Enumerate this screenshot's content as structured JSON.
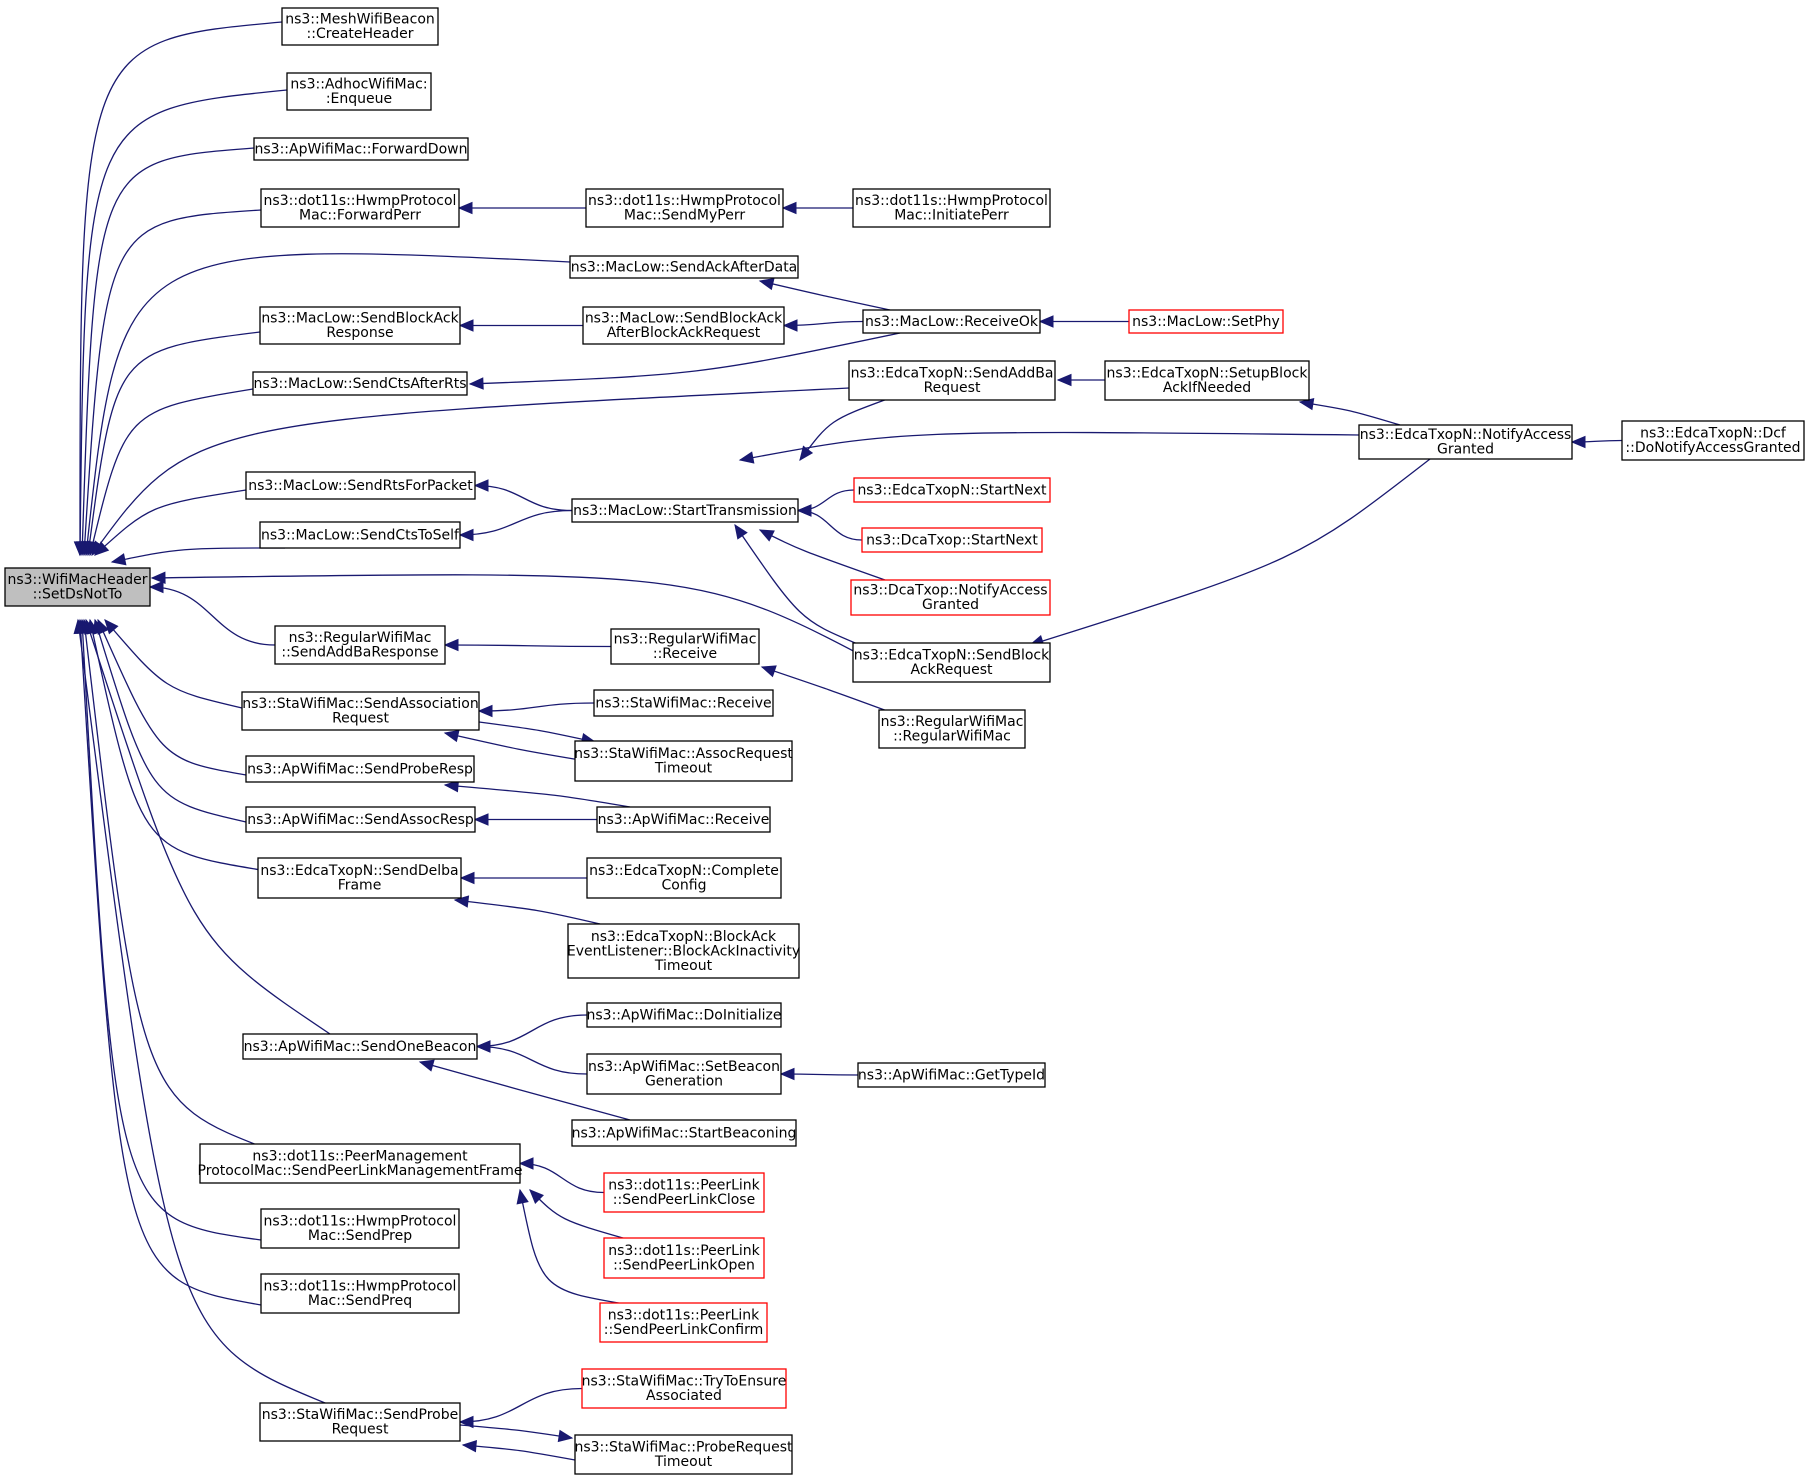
{
  "colors": {
    "edge": "#191970",
    "root_fill": "#bfbfbf",
    "truncated_border": "#ff0000",
    "node_border": "#000000"
  },
  "nodes": [
    {
      "id": "root",
      "lines": [
        "ns3::WifiMacHeader",
        "::SetDsNotTo"
      ],
      "root": true
    },
    {
      "id": "mwb",
      "lines": [
        "ns3::MeshWifiBeacon",
        "::CreateHeader"
      ]
    },
    {
      "id": "adhoc",
      "lines": [
        "ns3::AdhocWifiMac:",
        ":Enqueue"
      ]
    },
    {
      "id": "apfwd",
      "lines": [
        "ns3::ApWifiMac::ForwardDown"
      ]
    },
    {
      "id": "hwfp",
      "lines": [
        "ns3::dot11s::HwmpProtocol",
        "Mac::ForwardPerr"
      ]
    },
    {
      "id": "hwsmp",
      "lines": [
        "ns3::dot11s::HwmpProtocol",
        "Mac::SendMyPerr"
      ]
    },
    {
      "id": "hwip",
      "lines": [
        "ns3::dot11s::HwmpProtocol",
        "Mac::InitiatePerr"
      ]
    },
    {
      "id": "saad",
      "lines": [
        "ns3::MacLow::SendAckAfterData"
      ]
    },
    {
      "id": "sbar",
      "lines": [
        "ns3::MacLow::SendBlockAck",
        "Response"
      ]
    },
    {
      "id": "sbaabr",
      "lines": [
        "ns3::MacLow::SendBlockAck",
        "AfterBlockAckRequest"
      ]
    },
    {
      "id": "rok",
      "lines": [
        "ns3::MacLow::ReceiveOk"
      ]
    },
    {
      "id": "setphy",
      "lines": [
        "ns3::MacLow::SetPhy"
      ],
      "truncated": true
    },
    {
      "id": "scar",
      "lines": [
        "ns3::MacLow::SendCtsAfterRts"
      ]
    },
    {
      "id": "eaddba",
      "lines": [
        "ns3::EdcaTxopN::SendAddBa",
        "Request"
      ]
    },
    {
      "id": "esetup",
      "lines": [
        "ns3::EdcaTxopN::SetupBlock",
        "AckIfNeeded"
      ]
    },
    {
      "id": "enotify",
      "lines": [
        "ns3::EdcaTxopN::NotifyAccess",
        "Granted"
      ]
    },
    {
      "id": "edcf",
      "lines": [
        "ns3::EdcaTxopN::Dcf",
        "::DoNotifyAccessGranted"
      ]
    },
    {
      "id": "srfp",
      "lines": [
        "ns3::MacLow::SendRtsForPacket"
      ]
    },
    {
      "id": "stx",
      "lines": [
        "ns3::MacLow::StartTransmission"
      ]
    },
    {
      "id": "estartnext",
      "lines": [
        "ns3::EdcaTxopN::StartNext"
      ],
      "truncated": true
    },
    {
      "id": "dstartnext",
      "lines": [
        "ns3::DcaTxop::StartNext"
      ],
      "truncated": true
    },
    {
      "id": "dnotify",
      "lines": [
        "ns3::DcaTxop::NotifyAccess",
        "Granted"
      ],
      "truncated": true
    },
    {
      "id": "scts",
      "lines": [
        "ns3::MacLow::SendCtsToSelf"
      ]
    },
    {
      "id": "esbar",
      "lines": [
        "ns3::EdcaTxopN::SendBlock",
        "AckRequest"
      ]
    },
    {
      "id": "rsadd",
      "lines": [
        "ns3::RegularWifiMac",
        "::SendAddBaResponse"
      ]
    },
    {
      "id": "rrecv",
      "lines": [
        "ns3::RegularWifiMac",
        "::Receive"
      ]
    },
    {
      "id": "rctor",
      "lines": [
        "ns3::RegularWifiMac",
        "::RegularWifiMac"
      ]
    },
    {
      "id": "ssar",
      "lines": [
        "ns3::StaWifiMac::SendAssociation",
        "Request"
      ]
    },
    {
      "id": "srecv",
      "lines": [
        "ns3::StaWifiMac::Receive"
      ]
    },
    {
      "id": "sart",
      "lines": [
        "ns3::StaWifiMac::AssocRequest",
        "Timeout"
      ]
    },
    {
      "id": "aspr",
      "lines": [
        "ns3::ApWifiMac::SendProbeResp"
      ]
    },
    {
      "id": "asar",
      "lines": [
        "ns3::ApWifiMac::SendAssocResp"
      ]
    },
    {
      "id": "arecv",
      "lines": [
        "ns3::ApWifiMac::Receive"
      ]
    },
    {
      "id": "esdf",
      "lines": [
        "ns3::EdcaTxopN::SendDelba",
        "Frame"
      ]
    },
    {
      "id": "ecc",
      "lines": [
        "ns3::EdcaTxopN::Complete",
        "Config"
      ]
    },
    {
      "id": "ebael",
      "lines": [
        "ns3::EdcaTxopN::BlockAck",
        "EventListener::BlockAckInactivity",
        "Timeout"
      ]
    },
    {
      "id": "asob",
      "lines": [
        "ns3::ApWifiMac::SendOneBeacon"
      ]
    },
    {
      "id": "adoi",
      "lines": [
        "ns3::ApWifiMac::DoInitialize"
      ]
    },
    {
      "id": "asbg",
      "lines": [
        "ns3::ApWifiMac::SetBeacon",
        "Generation"
      ]
    },
    {
      "id": "agti",
      "lines": [
        "ns3::ApWifiMac::GetTypeId"
      ]
    },
    {
      "id": "asb",
      "lines": [
        "ns3::ApWifiMac::StartBeaconing"
      ]
    },
    {
      "id": "pmp",
      "lines": [
        "ns3::dot11s::PeerManagement",
        "ProtocolMac::SendPeerLinkManagementFrame"
      ]
    },
    {
      "id": "plclose",
      "lines": [
        "ns3::dot11s::PeerLink",
        "::SendPeerLinkClose"
      ],
      "truncated": true
    },
    {
      "id": "plopen",
      "lines": [
        "ns3::dot11s::PeerLink",
        "::SendPeerLinkOpen"
      ],
      "truncated": true
    },
    {
      "id": "plconf",
      "lines": [
        "ns3::dot11s::PeerLink",
        "::SendPeerLinkConfirm"
      ],
      "truncated": true
    },
    {
      "id": "hwprep",
      "lines": [
        "ns3::dot11s::HwmpProtocol",
        "Mac::SendPrep"
      ]
    },
    {
      "id": "hwpreq",
      "lines": [
        "ns3::dot11s::HwmpProtocol",
        "Mac::SendPreq"
      ]
    },
    {
      "id": "sspr",
      "lines": [
        "ns3::StaWifiMac::SendProbe",
        "Request"
      ]
    },
    {
      "id": "stte",
      "lines": [
        "ns3::StaWifiMac::TryToEnsure",
        "Associated"
      ],
      "truncated": true
    },
    {
      "id": "sprt",
      "lines": [
        "ns3::StaWifiMac::ProbeRequest",
        "Timeout"
      ]
    }
  ],
  "edges": [
    [
      "mwb",
      "root"
    ],
    [
      "adhoc",
      "root"
    ],
    [
      "apfwd",
      "root"
    ],
    [
      "hwfp",
      "root"
    ],
    [
      "saad",
      "root"
    ],
    [
      "sbar",
      "root"
    ],
    [
      "scar",
      "root"
    ],
    [
      "eaddba",
      "root"
    ],
    [
      "srfp",
      "root"
    ],
    [
      "scts",
      "root"
    ],
    [
      "esbar",
      "root"
    ],
    [
      "rsadd",
      "root"
    ],
    [
      "ssar",
      "root"
    ],
    [
      "aspr",
      "root"
    ],
    [
      "asar",
      "root"
    ],
    [
      "esdf",
      "root"
    ],
    [
      "asob",
      "root"
    ],
    [
      "pmp",
      "root"
    ],
    [
      "hwprep",
      "root"
    ],
    [
      "hwpreq",
      "root"
    ],
    [
      "sspr",
      "root"
    ],
    [
      "hwsmp",
      "hwfp"
    ],
    [
      "hwip",
      "hwsmp"
    ],
    [
      "rok",
      "saad"
    ],
    [
      "sbaabr",
      "sbar"
    ],
    [
      "rok",
      "sbaabr"
    ],
    [
      "setphy",
      "rok"
    ],
    [
      "rok",
      "scar"
    ],
    [
      "esetup",
      "eaddba"
    ],
    [
      "enotify",
      "esetup"
    ],
    [
      "edcf",
      "enotify"
    ],
    [
      "stx",
      "srfp"
    ],
    [
      "stx",
      "scts"
    ],
    [
      "stx",
      "eaddba"
    ],
    [
      "enotify",
      "stx"
    ],
    [
      "estartnext",
      "stx"
    ],
    [
      "dstartnext",
      "stx"
    ],
    [
      "dnotify",
      "stx"
    ],
    [
      "esbar",
      "stx"
    ],
    [
      "enotify",
      "esbar"
    ],
    [
      "rrecv",
      "rsadd"
    ],
    [
      "rctor",
      "rrecv"
    ],
    [
      "srecv",
      "ssar"
    ],
    [
      "sart",
      "ssar"
    ],
    [
      "ssar",
      "sart"
    ],
    [
      "arecv",
      "aspr"
    ],
    [
      "arecv",
      "asar"
    ],
    [
      "ecc",
      "esdf"
    ],
    [
      "ebael",
      "esdf"
    ],
    [
      "adoi",
      "asob"
    ],
    [
      "asbg",
      "asob"
    ],
    [
      "asb",
      "asob"
    ],
    [
      "agti",
      "asbg"
    ],
    [
      "plclose",
      "pmp"
    ],
    [
      "plopen",
      "pmp"
    ],
    [
      "plconf",
      "pmp"
    ],
    [
      "stte",
      "sspr"
    ],
    [
      "sprt",
      "sspr"
    ],
    [
      "sspr",
      "sprt"
    ]
  ]
}
